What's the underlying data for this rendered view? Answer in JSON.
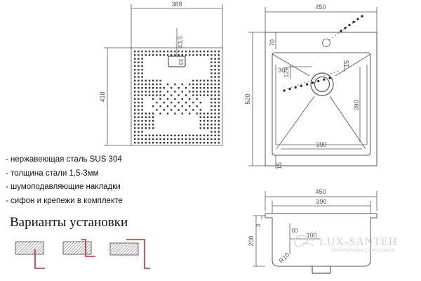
{
  "top_view": {
    "width_label": "388",
    "height_label": "418",
    "pad_offset_label": "43.5",
    "pad_text": "33"
  },
  "plan_view": {
    "width_label": "450",
    "height_label": "520",
    "top_offset_label": "70",
    "angle_label": "30°",
    "offset_120_label": "120",
    "r15_label": "15",
    "bowl_height_label": "390",
    "bowl_width_label": "390",
    "bottom_offset_label": "15"
  },
  "section_view": {
    "outer_width_label": "450",
    "inner_width_label": "390",
    "height_label": "200",
    "lip_label": "3",
    "drain_label": "100",
    "radius_label": "R10",
    "drain_text": "00"
  },
  "features": [
    "- нержавеющая сталь SUS 304",
    "- толщина стали 1,5-3мм",
    "- шумоподавляющие накладки",
    "- сифон и крепежи в комплекте"
  ],
  "installation": {
    "title": "Варианты установки"
  },
  "watermark": {
    "name": "LUX-SANTEH",
    "tagline": "ЕВРОПЕЙСКАЯ САНТЕХНИКА"
  },
  "colors": {
    "line": "#555555",
    "install_mark": "#d9232a",
    "hatch": "#444444"
  }
}
